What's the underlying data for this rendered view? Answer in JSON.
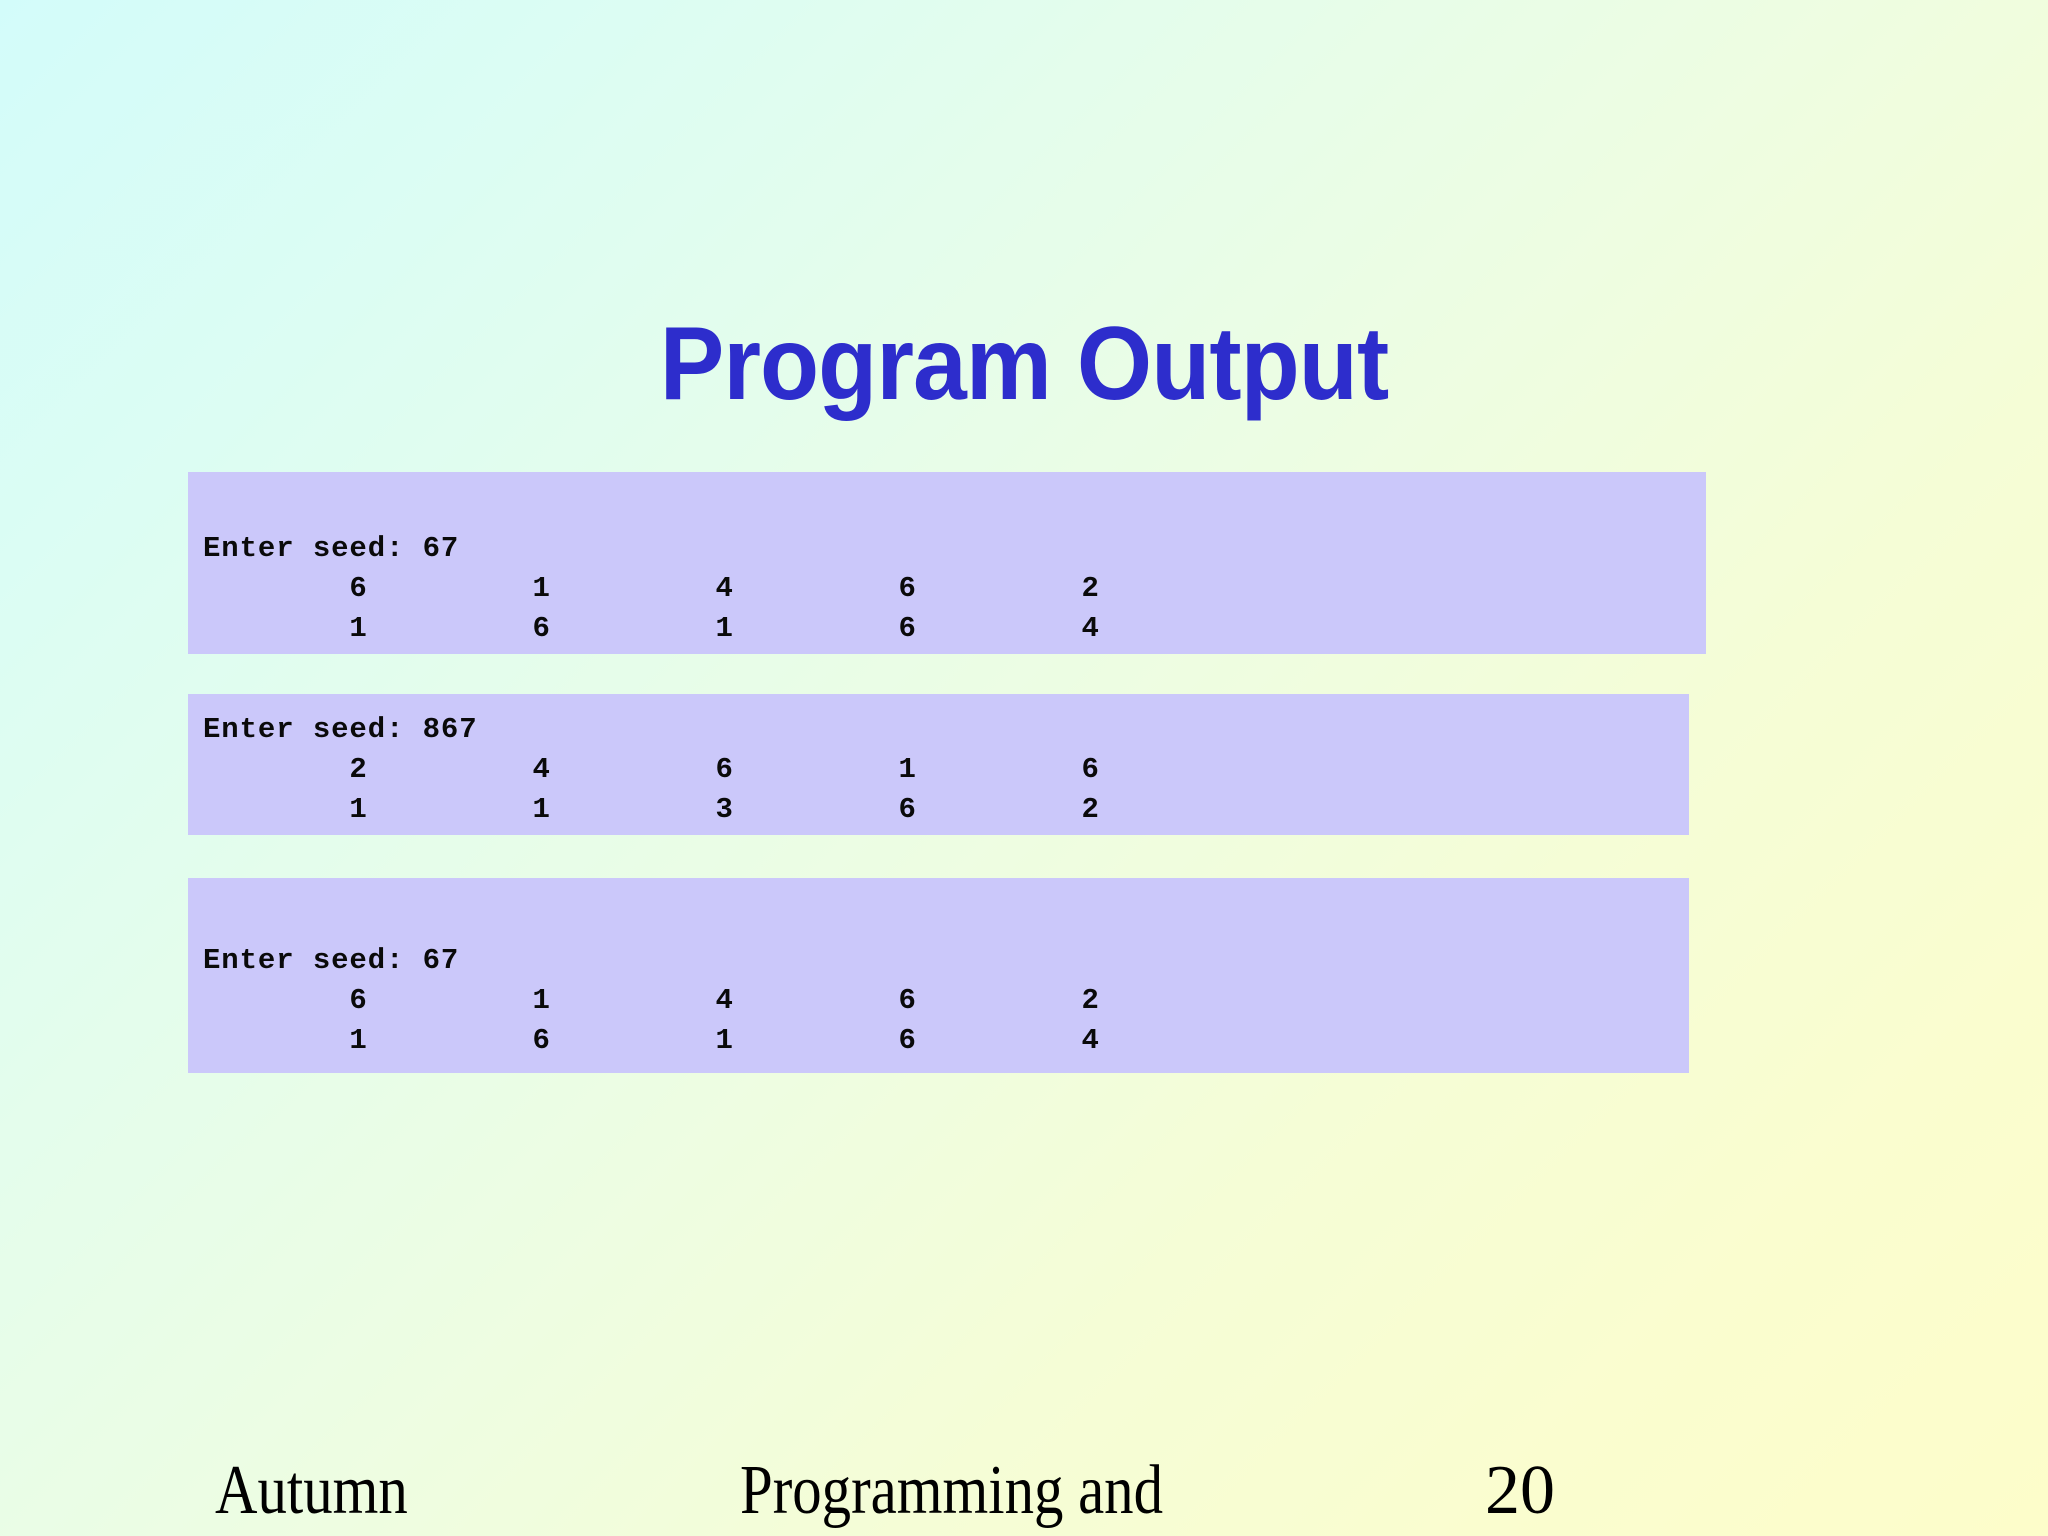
{
  "slide": {
    "title": "Program Output",
    "title_color": "#2d2dcc",
    "page_number": "20",
    "background_from": "#d3fcfa",
    "background_to": "#fdfdca",
    "block_fill": "#cbc8fa"
  },
  "console_blocks": [
    {
      "name": "output-block-1",
      "prompt": "Enter seed: 67",
      "seed": "67",
      "rows": [
        [
          "6",
          "1",
          "4",
          "6",
          "2"
        ],
        [
          "1",
          "6",
          "1",
          "6",
          "4"
        ]
      ],
      "text": "Enter seed: 67\n        6         1         4         6         2\n        1         6         1         6         4"
    },
    {
      "name": "output-block-2",
      "prompt": "Enter seed: 867",
      "seed": "867",
      "rows": [
        [
          "2",
          "4",
          "6",
          "1",
          "6"
        ],
        [
          "1",
          "1",
          "3",
          "6",
          "2"
        ]
      ],
      "text": "Enter seed: 867\n        2         4         6         1         6\n        1         1         3         6         2"
    },
    {
      "name": "output-block-3",
      "prompt": "Enter seed: 67",
      "seed": "67",
      "rows": [
        [
          "6",
          "1",
          "4",
          "6",
          "2"
        ],
        [
          "1",
          "6",
          "1",
          "6",
          "4"
        ]
      ],
      "text": "Enter seed: 67\n        6         1         4         6         2\n        1         6         1         6         4"
    }
  ],
  "footer": {
    "left": "Autumn",
    "center": "Programming and",
    "page_number": "20"
  }
}
